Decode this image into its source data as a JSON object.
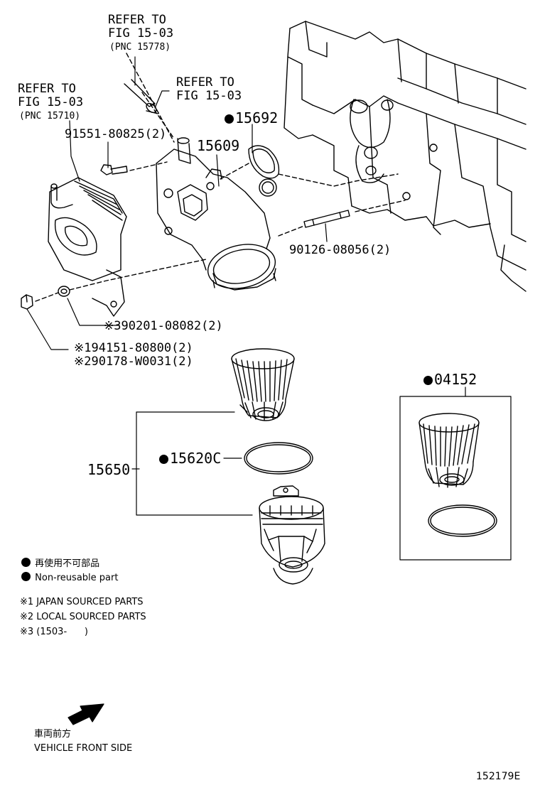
{
  "callouts": {
    "refer_a": {
      "line1": "REFER TO",
      "line2": "FIG 15-03",
      "pnc": "(PNC 15778)"
    },
    "refer_b": {
      "line1": "REFER TO",
      "line2": "FIG 15-03"
    },
    "refer_c": {
      "line1": "REFER TO",
      "line2": "FIG 15-03",
      "pnc": "(PNC 15710)"
    },
    "bolt": "91551-80825(2)",
    "housing": "15609",
    "gasket": "15692",
    "stud": "90126-08056(2)",
    "washer_mark": "※3",
    "washer": "90201-08082(2)",
    "nut_mark_1": "※1",
    "nut_1": "94151-80800(2)",
    "nut_mark_2": "※2",
    "nut_2": "90178-W0031(2)",
    "filter_kit": "04152",
    "filter_assy": "15650",
    "oring": "15620C"
  },
  "legend": {
    "jp": "再使用不可部品",
    "en": "Non-reusable part",
    "note1": "※1 JAPAN SOURCED PARTS",
    "note2": "※2 LOCAL SOURCED PARTS",
    "note3": "※3 (1503-      )"
  },
  "direction": {
    "jp": "車両前方",
    "en": "VEHICLE FRONT SIDE"
  },
  "figure_id": "152179E"
}
